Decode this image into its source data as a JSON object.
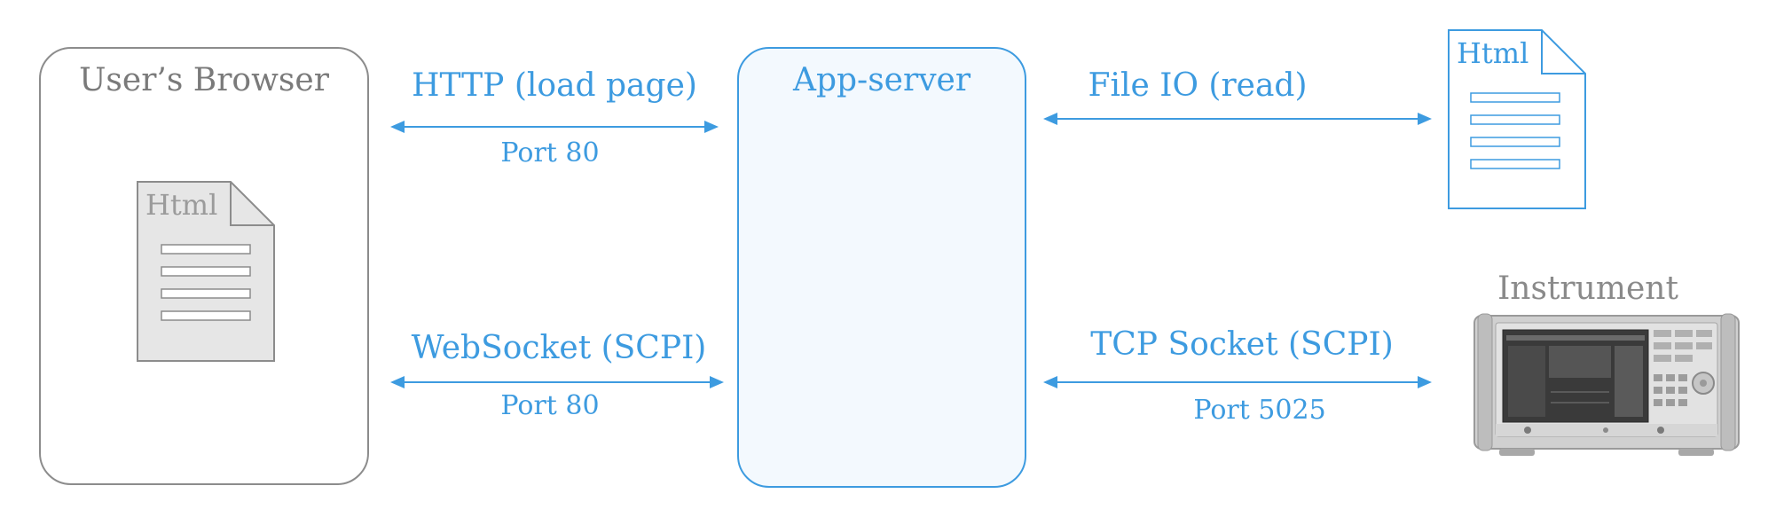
{
  "browser": {
    "title": "User’s Browser",
    "doc_label": "Html"
  },
  "server": {
    "title": "App-server"
  },
  "connections": {
    "http": {
      "label": "HTTP (load page)",
      "port": "Port 80"
    },
    "websocket": {
      "label": "WebSocket (SCPI)",
      "port": "Port 80"
    },
    "file_io": {
      "label": "File IO (read)"
    },
    "tcp": {
      "label": "TCP Socket (SCPI)",
      "port": "Port 5025"
    }
  },
  "html_file": {
    "doc_label": "Html"
  },
  "instrument": {
    "label": "Instrument"
  },
  "colors": {
    "accent_blue": "#3d9be0",
    "gray_outline": "#8c8c8c",
    "gray_doc_fill": "#e6e6e6"
  },
  "icons": {
    "document": "document-icon",
    "instrument": "instrument-icon",
    "arrow": "double-arrow-icon"
  }
}
